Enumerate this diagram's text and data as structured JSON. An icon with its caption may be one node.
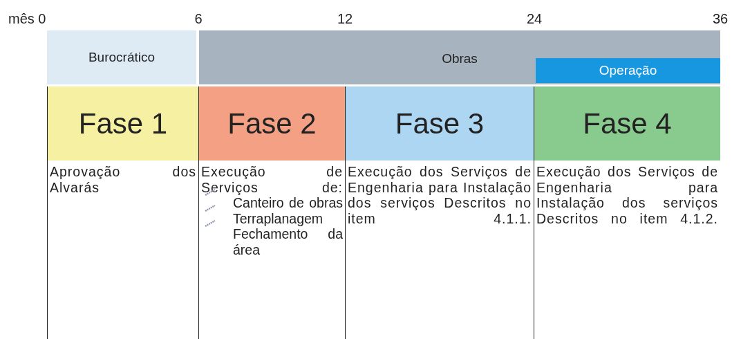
{
  "diagram": {
    "nodes": [
      {
        "text": [
          "Burocrático"
        ]
      },
      {
        "text": [
          "Obras"
        ]
      },
      {
        "text": [
          "Operação"
        ],
        "in": 1
      },
      {
        "text": [
          "Fase 1",
          "Aprovação dos Alvarás"
        ]
      },
      {
        "text": [
          "Fase 2",
          "Execução de Serviços de:",
          "Canteiro de obras",
          "Terraplanagem",
          "Fechamento da área"
        ]
      },
      {
        "text": [
          "Fase 3",
          "Execução dos Serviços de Engenharia para Instalação dos serviços Descritos no item 4.1.1."
        ]
      },
      {
        "text": [
          "Fase 4",
          "Execução dos Serviços de Engenharia para Instalação dos serviços Descritos no item 4.1.2."
        ]
      }
    ],
    "labels": [
      "mês 0",
      "6",
      "12",
      "24",
      "36"
    ]
  }
}
